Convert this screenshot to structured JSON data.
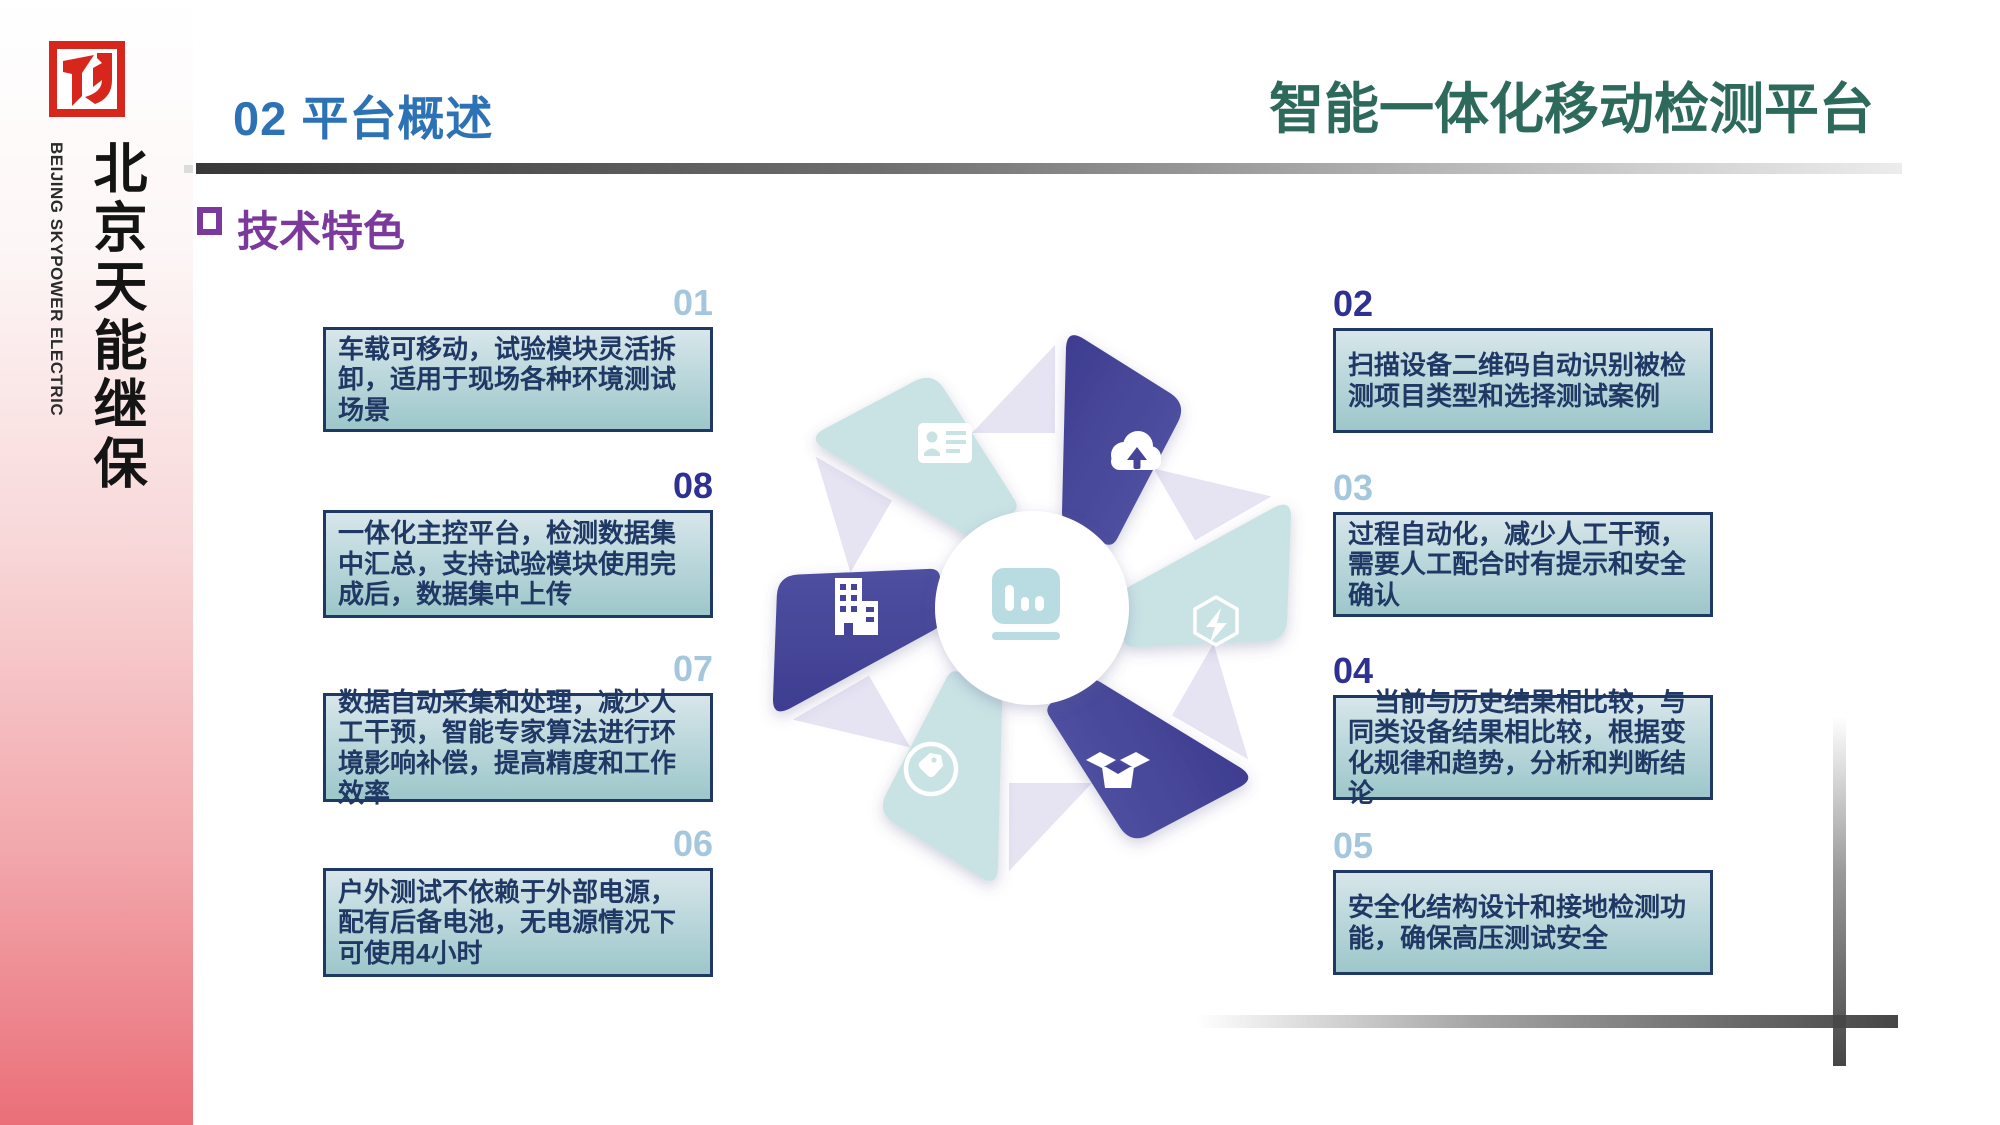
{
  "sidebar": {
    "logo": "skypower-red-seal-logo",
    "company_cn": "北京天能继保",
    "company_en": "BEIJING SKYPOWER ELECTRIC"
  },
  "header": {
    "section_title": "02 平台概述",
    "main_title": "智能一体化移动检测平台",
    "subtitle": "技术特色"
  },
  "features": [
    {
      "number": "01",
      "text": "车载可移动，试验模块灵活拆卸，适用于现场各种环境测试场景"
    },
    {
      "number": "08",
      "text": "一体化主控平台，检测数据集中汇总，支持试验模块使用完成后，数据集中上传"
    },
    {
      "number": "07",
      "text": "数据自动采集和处理，减少人工干预，智能专家算法进行环境影响补偿，提高精度和工作效率"
    },
    {
      "number": "06",
      "text": "户外测试不依赖于外部电源，配有后备电池，无电源情况下可使用4小时"
    },
    {
      "number": "02",
      "text": "扫描设备二维码自动识别被检测项目类型和选择测试案例"
    },
    {
      "number": "03",
      "text": "过程自动化，减少人工干预，需要人工配合时有提示和安全确认"
    },
    {
      "number": "04",
      "text": "　当前与历史结果相比较，与同类设备结果相比较，根据变化规律和趋势，分析和判断结论"
    },
    {
      "number": "05",
      "text": "安全化结构设计和接地检测功能，确保高压测试安全"
    }
  ],
  "diagram": {
    "type": "pinwheel-hexagon",
    "center_icon": "bar-chart-board",
    "blade_icons": [
      "cloud-upload",
      "shield-lightning",
      "open-box",
      "tag",
      "building",
      "id-card"
    ]
  },
  "colors": {
    "section_title_blue": "#2d72b5",
    "main_title_teal": "#2d6a5b",
    "subtitle_purple": "#7b3a9b",
    "box_border_navy": "#1f3864",
    "box_fill_teal": "#9dc7ca",
    "number_light_blue": "#a4c7de",
    "number_dark_navy": "#2e3092",
    "blade_indigo": "#46449a",
    "blade_teal": "#c9e3e5",
    "lavender": "#e6e3f2",
    "sidebar_red": "#ea6f79",
    "logo_red": "#d7271d"
  }
}
